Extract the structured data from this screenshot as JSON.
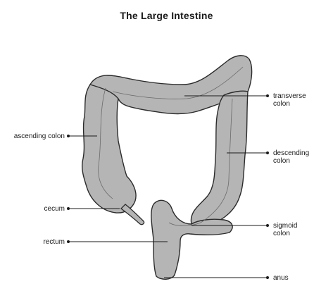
{
  "title": "The Large Intestine",
  "colors": {
    "organ_fill": "#b5b5b5",
    "organ_stroke": "#2b2b2b",
    "leader": "#1a1a1a"
  },
  "labels": {
    "transverse": "transverse\ncolon",
    "ascending": "ascending colon",
    "descending": "descending\ncolon",
    "cecum": "cecum",
    "sigmoid": "sigmoid\ncolon",
    "rectum": "rectum",
    "anus": "anus"
  }
}
